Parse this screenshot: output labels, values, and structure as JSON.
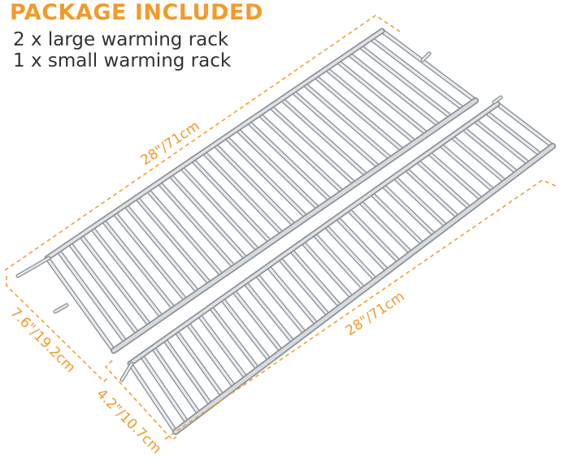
{
  "header": {
    "title": "PACKAGE INCLUDED",
    "items": [
      "2 x large warming rack",
      "1 x small warming rack"
    ]
  },
  "dimensions": {
    "large_length": "28\"/71cm",
    "large_width": "7.6\"/19.2cm",
    "small_length": "28\"/71cm",
    "small_width": "4.2\"/10.7cm"
  },
  "colors": {
    "accent": "#F39A2B",
    "text": "#333333",
    "steel": "#B7BBC0"
  }
}
